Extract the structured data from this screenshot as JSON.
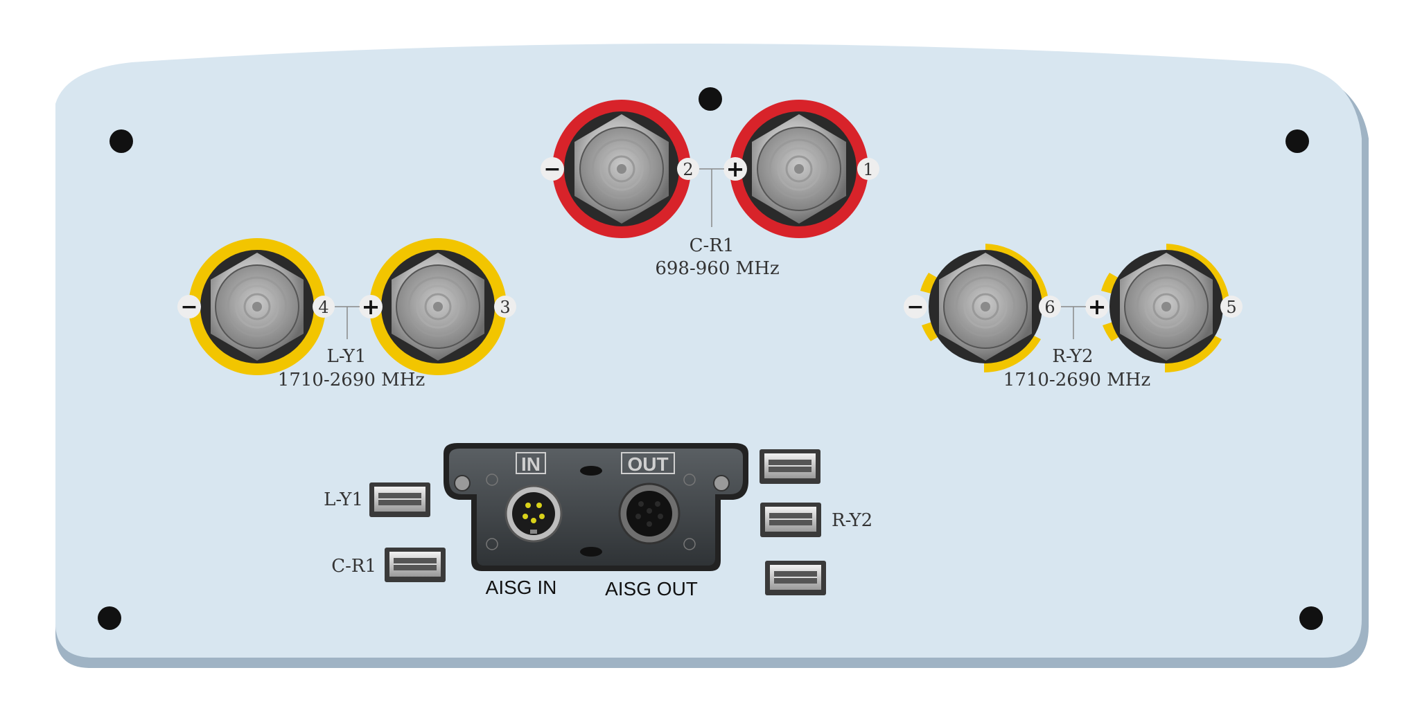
{
  "colors": {
    "panel": "#d8e6f0",
    "panel_shadow": "#9fb3c4",
    "ring_red": "#d8232a",
    "ring_yellow": "#f2c500",
    "text": "#333333"
  },
  "bands": {
    "center": {
      "name": "C-R1",
      "freq": "698-960 MHz"
    },
    "left": {
      "name": "L-Y1",
      "freq": "1710-2690 MHz"
    },
    "right": {
      "name": "R-Y2",
      "freq": "1710-2690 MHz"
    }
  },
  "ports": {
    "p1": "1",
    "p2": "2",
    "p3": "3",
    "p4": "4",
    "p5": "5",
    "p6": "6",
    "minus": "−",
    "plus": "+"
  },
  "aisg": {
    "in_tag": "IN",
    "out_tag": "OUT",
    "in_label": "AISG IN",
    "out_label": "AISG OUT"
  },
  "rcu_labels": {
    "left_top": "L-Y1",
    "left_bottom": "C-R1",
    "right_middle": "R-Y2"
  }
}
